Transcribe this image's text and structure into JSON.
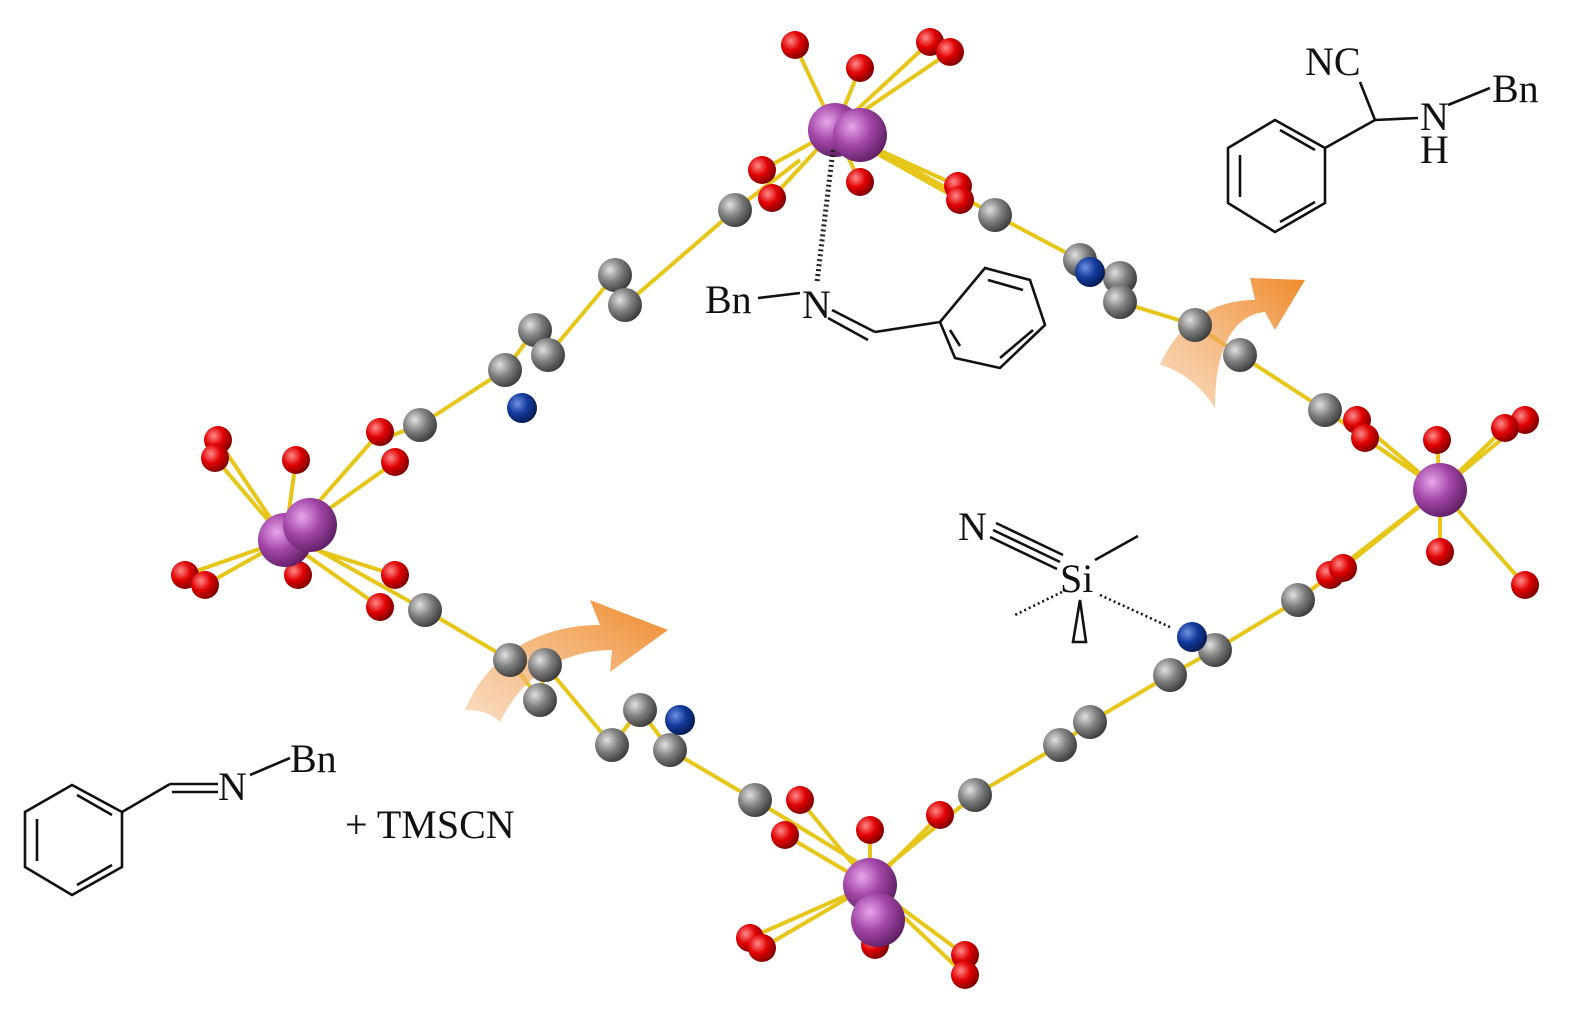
{
  "figure": {
    "product": {
      "nitrile": "NC",
      "amine_n": "N",
      "amine_h": "H",
      "benzyl": "Bn"
    },
    "bound_imine": {
      "benzyl": "Bn",
      "nitrogen": "N"
    },
    "tmscn": {
      "nitrogen": "N",
      "silicon": "Si"
    },
    "reactants": {
      "nitrogen": "N",
      "benzyl": "Bn",
      "plus_reagent": "+  TMSCN"
    },
    "colors": {
      "metal": "#a245a8",
      "oxygen": "#e00000",
      "carbon": "#7f7f7f",
      "nitrogen": "#123a9c",
      "bond": "#e6c619",
      "arrow": "#f08a24"
    }
  }
}
